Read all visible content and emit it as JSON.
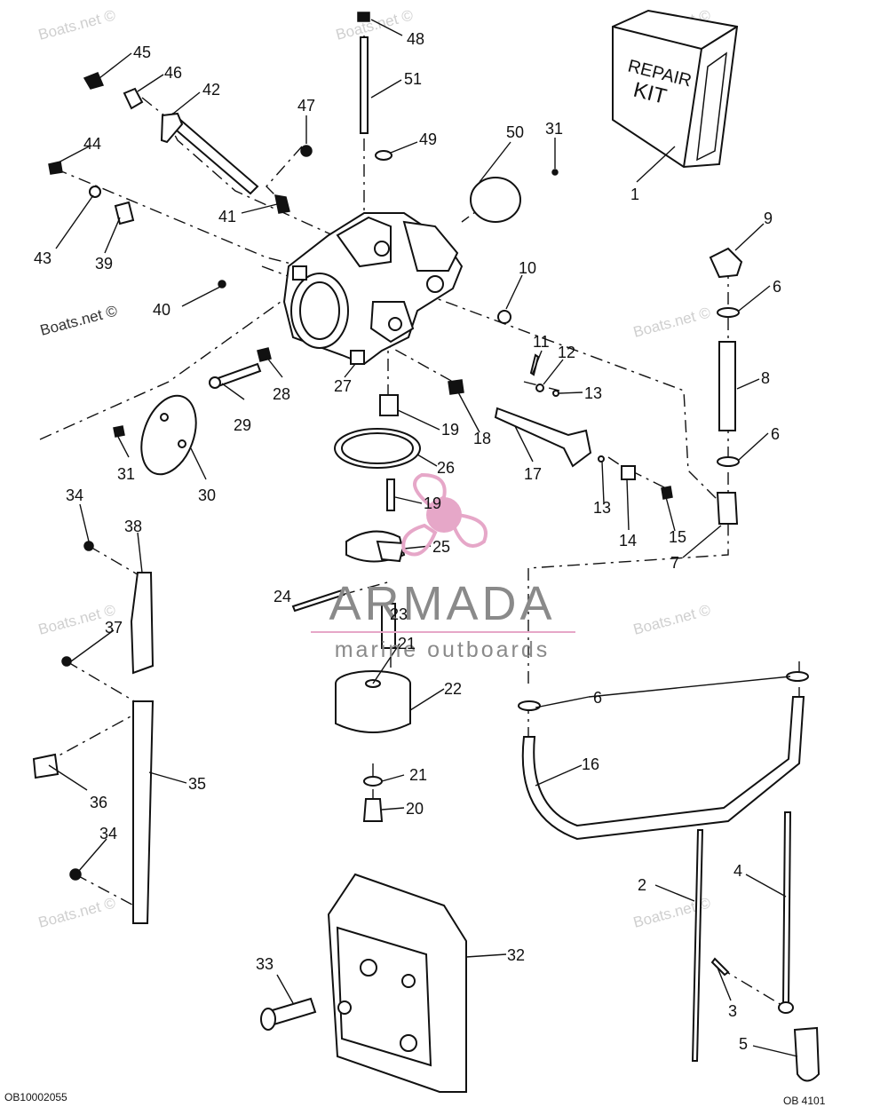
{
  "watermark": {
    "site": "Boats.net ©",
    "brand": "ARMADA",
    "tagline": "marine outboards",
    "brand_color": "#e6a7c8",
    "brand_text_color": "#8a8a8a"
  },
  "codes": {
    "left": "OB10002055",
    "right": "OB 4101"
  },
  "kit_text": {
    "line1": "REPAIR",
    "line2": "KIT"
  },
  "callouts": [
    "1",
    "2",
    "3",
    "4",
    "5",
    "6",
    "6",
    "6",
    "7",
    "8",
    "9",
    "10",
    "11",
    "12",
    "13",
    "13",
    "14",
    "15",
    "16",
    "17",
    "18",
    "19",
    "19",
    "20",
    "21",
    "21",
    "22",
    "23",
    "24",
    "25",
    "26",
    "27",
    "28",
    "29",
    "30",
    "31",
    "31",
    "32",
    "33",
    "34",
    "34",
    "35",
    "36",
    "37",
    "38",
    "39",
    "40",
    "41",
    "42",
    "43",
    "44",
    "45",
    "46",
    "47",
    "48",
    "49",
    "50",
    "51"
  ]
}
